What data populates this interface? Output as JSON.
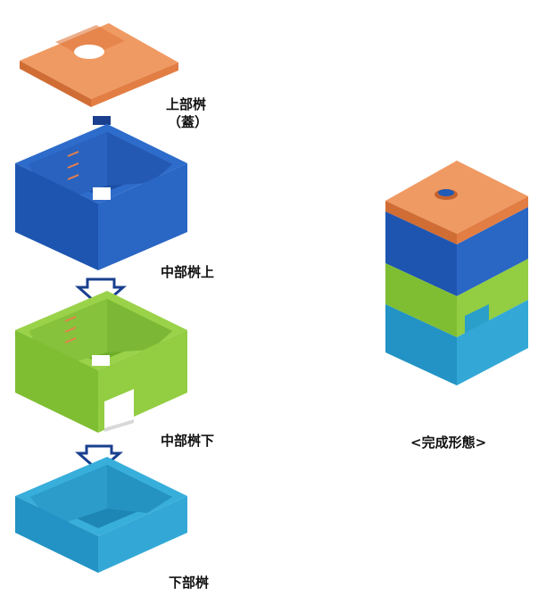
{
  "labels": {
    "top_lid": "上部桝",
    "top_lid_sub": "（蓋）",
    "middle_upper": "中部桝上",
    "middle_lower": "中部桝下",
    "bottom": "下部桝",
    "complete": "<完成形態>"
  },
  "colors": {
    "orange": "#E8804A",
    "blue": "#1F5BB8",
    "green": "#8CC83C",
    "cyan": "#2A9FC9",
    "arrow": "#1A3F8F"
  }
}
